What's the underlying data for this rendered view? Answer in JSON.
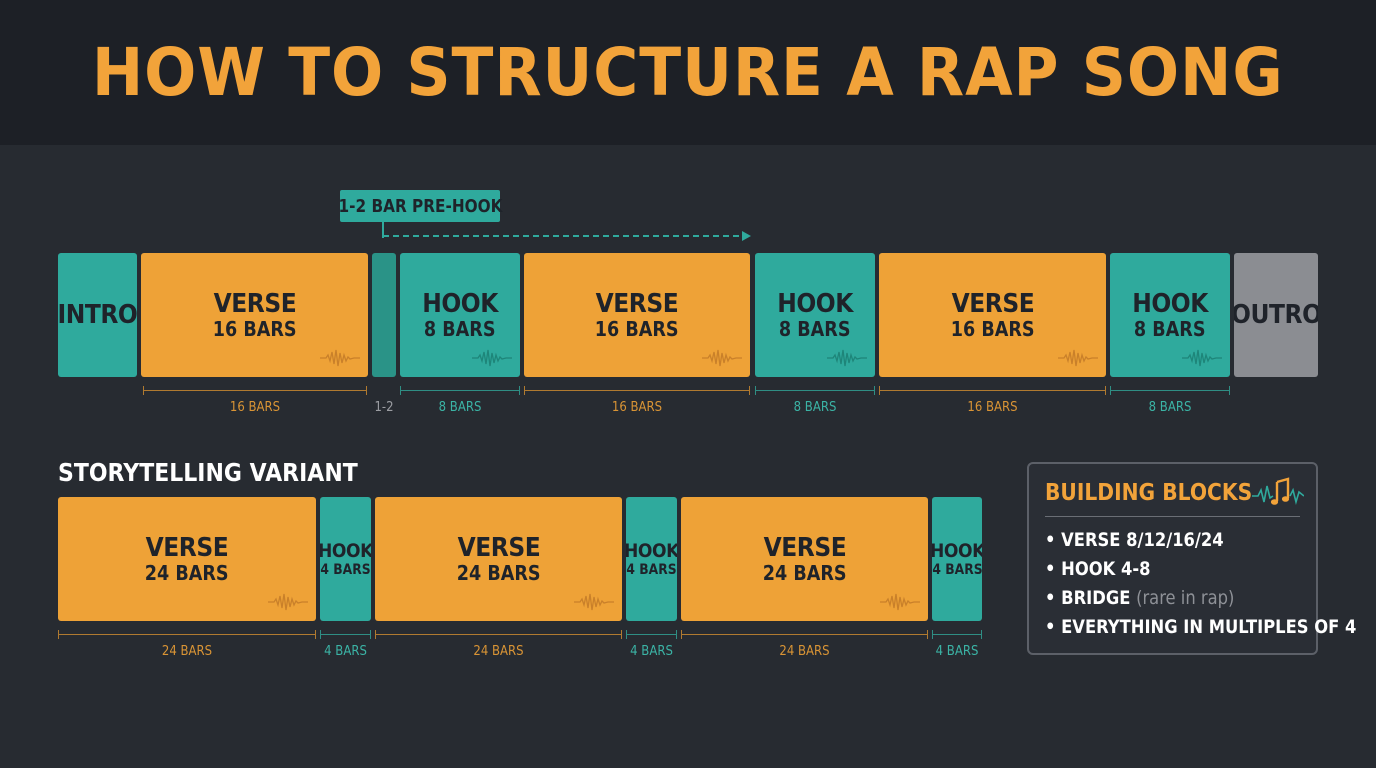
{
  "title": "HOW TO STRUCTURE A RAP SONG",
  "prehook_label": "1-2 BAR PRE-HOOK",
  "colors": {
    "verse": "#eea237",
    "hook": "#2faa9d",
    "outro": "#8b8d92",
    "title": "#f2a33a",
    "background": "#272b31"
  },
  "main_structure": {
    "blocks": [
      {
        "name": "INTRO",
        "bars": "",
        "kind": "teal"
      },
      {
        "name": "VERSE",
        "bars": "16 BARS",
        "kind": "orange"
      },
      {
        "name": "",
        "bars": "",
        "kind": "sliver"
      },
      {
        "name": "HOOK",
        "bars": "8 BARS",
        "kind": "teal"
      },
      {
        "name": "VERSE",
        "bars": "16 BARS",
        "kind": "orange"
      },
      {
        "name": "HOOK",
        "bars": "8 BARS",
        "kind": "teal"
      },
      {
        "name": "VERSE",
        "bars": "16 BARS",
        "kind": "orange"
      },
      {
        "name": "HOOK",
        "bars": "8 BARS",
        "kind": "teal"
      },
      {
        "name": "OUTRO",
        "bars": "",
        "kind": "gray"
      }
    ],
    "measures": [
      "16 BARS",
      "1-2",
      "8 BARS",
      "16 BARS",
      "8 BARS",
      "16 BARS",
      "8 BARS"
    ]
  },
  "storytelling": {
    "heading": "STORYTELLING VARIANT",
    "blocks": [
      {
        "name": "VERSE",
        "bars": "24 BARS",
        "kind": "orange"
      },
      {
        "name": "HOOK",
        "bars": "4 BARS",
        "kind": "teal"
      },
      {
        "name": "VERSE",
        "bars": "24 BARS",
        "kind": "orange"
      },
      {
        "name": "HOOK",
        "bars": "4 BARS",
        "kind": "teal"
      },
      {
        "name": "VERSE",
        "bars": "24 BARS",
        "kind": "orange"
      },
      {
        "name": "HOOK",
        "bars": "4 BARS",
        "kind": "teal"
      }
    ],
    "measures": [
      "24 BARS",
      "4 BARS",
      "24 BARS",
      "4 BARS",
      "24 BARS",
      "4 BARS"
    ]
  },
  "building_blocks": {
    "title": "BUILDING BLOCKS",
    "icon": "music-note-icon",
    "items": [
      {
        "text": "VERSE 8/12/16/24",
        "note": ""
      },
      {
        "text": "HOOK 4-8",
        "note": ""
      },
      {
        "text": "BRIDGE ",
        "note": "(rare in rap)"
      },
      {
        "text": "EVERYTHING IN MULTIPLES OF 4",
        "note": ""
      }
    ]
  }
}
